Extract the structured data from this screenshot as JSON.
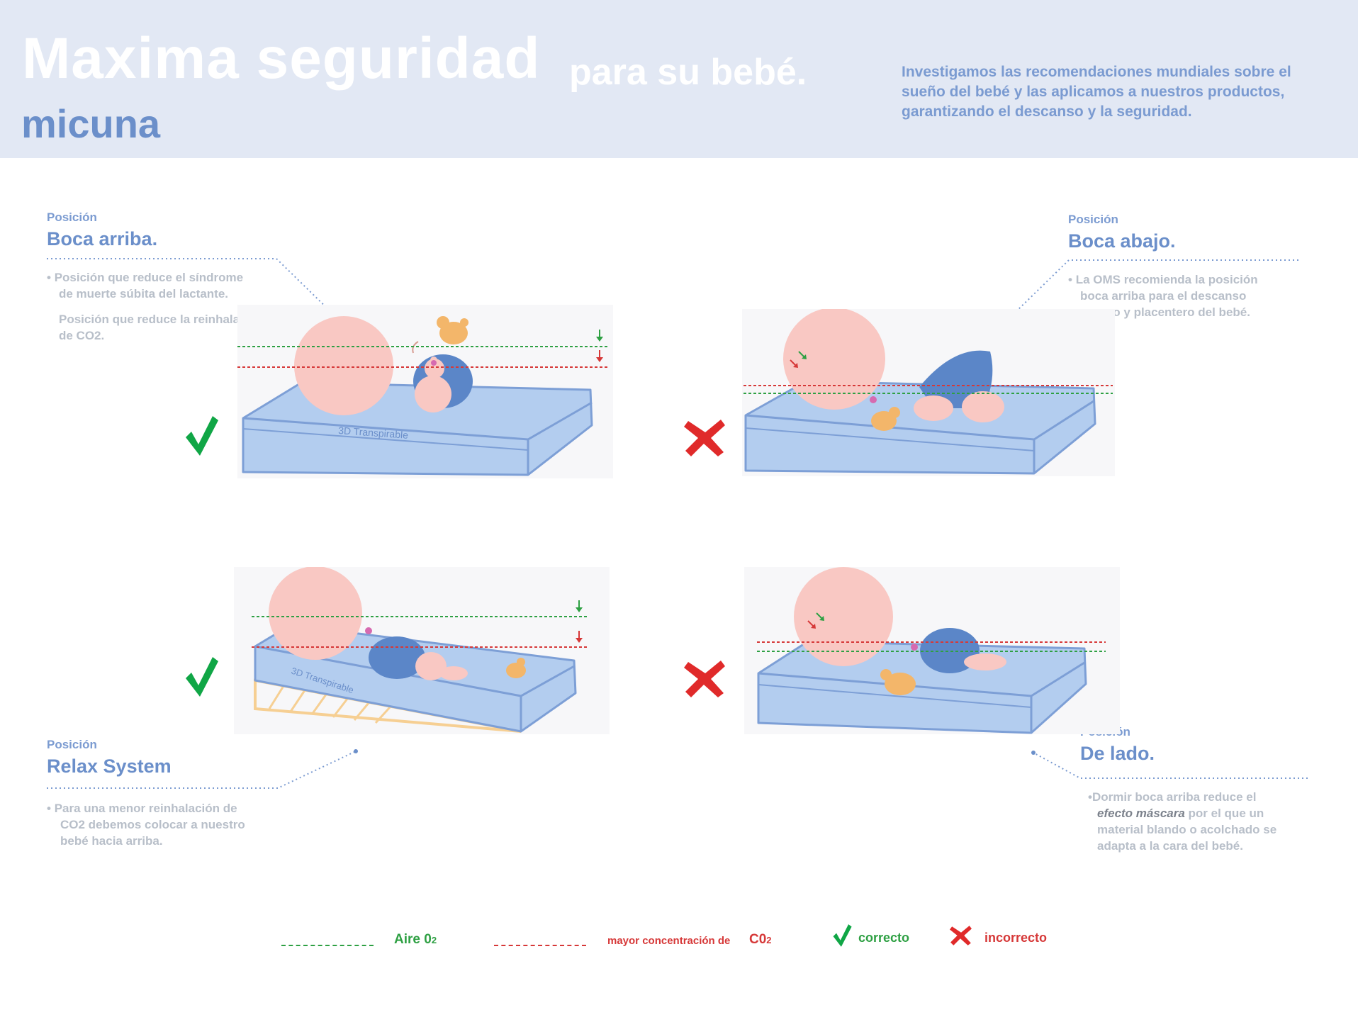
{
  "header": {
    "title_main": "Maxima seguridad",
    "title_sub": "para su bebé.",
    "brand": "micuna",
    "intro_lines": [
      "Investigamos las recomendaciones mundiales sobre el",
      "sueño del bebé y las aplicamos a nuestros productos,",
      "garantizando el descanso y la seguridad."
    ]
  },
  "positions": [
    {
      "small": "Posición",
      "title": "Boca arriba.",
      "lines_a": [
        "Posición que reduce el síndrome",
        "de muerte súbita del lactante."
      ],
      "lines_b": [
        "Posición que reduce la reinhalación",
        "de CO2."
      ],
      "status": "correcto"
    },
    {
      "small": "Posición",
      "title": "Boca abajo.",
      "lines_a": [
        "La OMS recomienda la posición",
        "boca arriba para el descanso",
        "seguro y placentero del bebé."
      ],
      "status": "incorrecto"
    },
    {
      "small": "Posición",
      "title": "Relax System",
      "lines_a": [
        "Para una menor reinhalación de",
        "CO2 debemos colocar a nuestro",
        "bebé hacia arriba."
      ],
      "status": "correcto"
    },
    {
      "small": "Posición",
      "title": "De lado.",
      "line1": "Dormir boca arriba reduce el",
      "line2_em": "efecto máscara",
      "line2_rest": " por el que un",
      "line3": "material blando o acolchado se",
      "line4": "adapta a la cara del bebé.",
      "status": "incorrecto"
    }
  ],
  "mattress_text": "3D Transpirable",
  "legend": {
    "air_label": "Aire 0",
    "air_sub": "2",
    "co2_label": "mayor concentración de",
    "co2_unit": "C0",
    "co2_sub": "2",
    "correct_label": "correcto",
    "incorrect_label": "incorrecto"
  },
  "colors": {
    "header_bg": "#e2e8f4",
    "accent_blue": "#6b8fca",
    "mattress": "#b3cdef",
    "mattress_stroke": "#7d9fd6",
    "skin": "#f9c8c3",
    "onesie": "#5b86c8",
    "teddy": "#f3b66a",
    "air_line": "#2ea043",
    "co2_line": "#d63838",
    "check": "#10a646",
    "cross": "#e02a2a",
    "wedge": "#f6cf93"
  },
  "icons": [
    "check-icon",
    "cross-icon",
    "down-arrow-icon",
    "baby-illustration",
    "mattress-illustration",
    "teddy-bear-icon"
  ]
}
